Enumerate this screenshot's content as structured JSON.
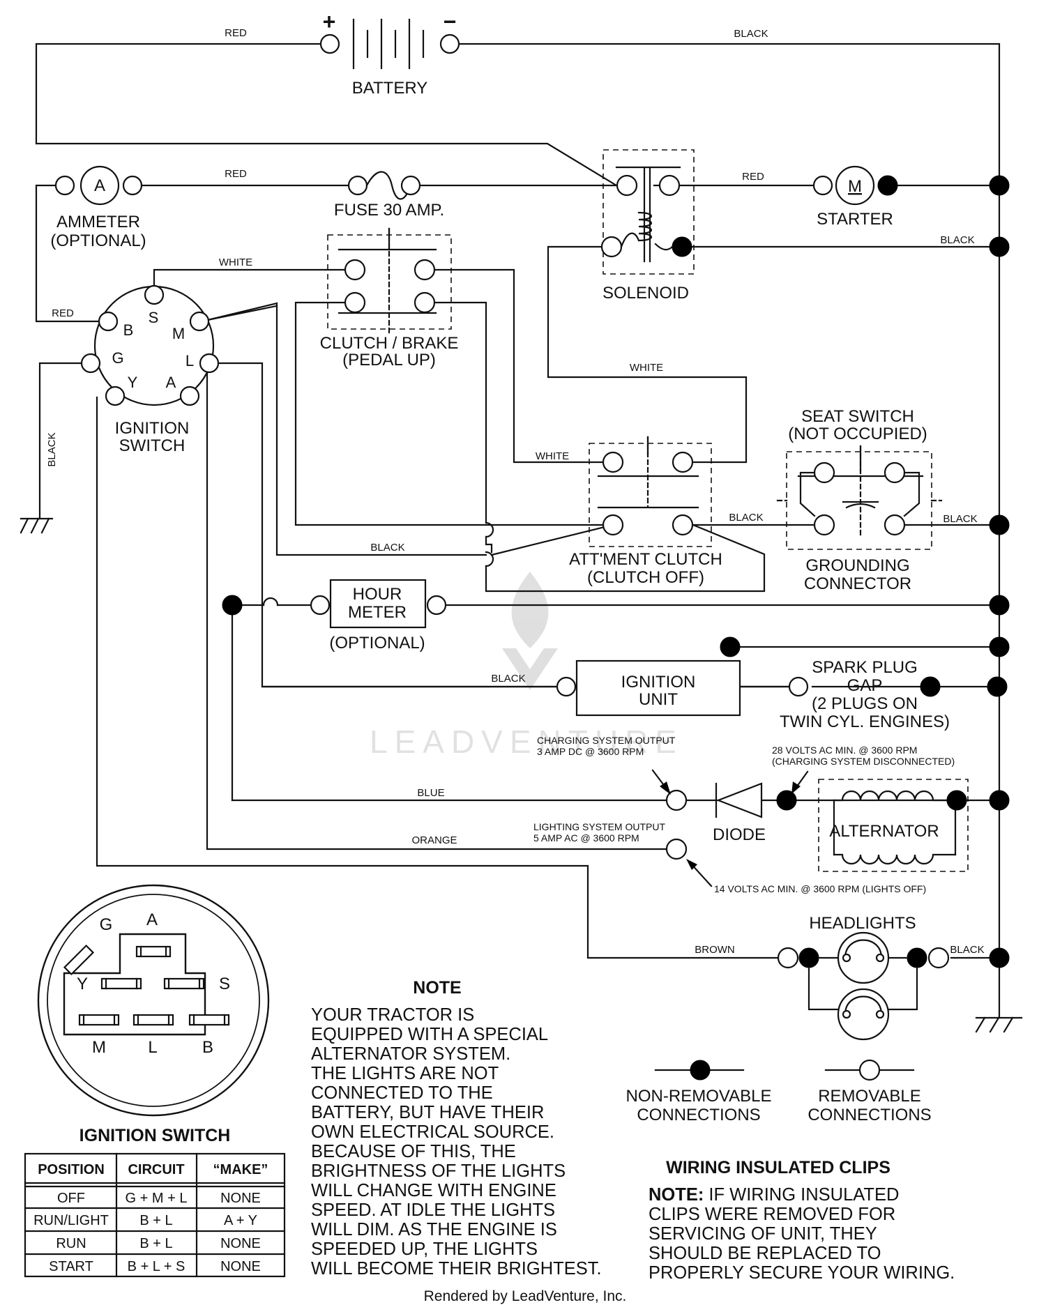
{
  "components": {
    "battery": "BATTERY",
    "battery_plus": "+",
    "battery_minus": "−",
    "ammeter_letter": "A",
    "ammeter": [
      "AMMETER",
      "(OPTIONAL)"
    ],
    "fuse": "FUSE 30 AMP.",
    "solenoid": "SOLENOID",
    "starter_letter": "M",
    "starter": "STARTER",
    "clutch_brake": [
      "CLUTCH / BRAKE",
      "(PEDAL UP)"
    ],
    "ignition_switch": [
      "IGNITION",
      "SWITCH"
    ],
    "seat_switch": [
      "SEAT SWITCH",
      "(NOT OCCUPIED)"
    ],
    "grounding_connector": [
      "GROUNDING",
      "CONNECTOR"
    ],
    "attment_clutch": [
      "ATT'MENT CLUTCH",
      "(CLUTCH OFF)"
    ],
    "hour_meter": [
      "HOUR",
      "METER"
    ],
    "hour_meter_optional": "(OPTIONAL)",
    "ignition_unit": [
      "IGNITION",
      "UNIT"
    ],
    "spark_plug": [
      "SPARK PLUG",
      "GAP",
      "(2 PLUGS ON",
      "TWIN CYL. ENGINES)"
    ],
    "diode": "DIODE",
    "alternator": "ALTERNATOR",
    "headlights": "HEADLIGHTS"
  },
  "ignition_pins": [
    "B",
    "S",
    "M",
    "G",
    "L",
    "Y",
    "A"
  ],
  "wires": {
    "red_top": "RED",
    "black_top": "BLACK",
    "red_fuse": "RED",
    "red_starter": "RED",
    "black_solenoid": "BLACK",
    "white_top": "WHITE",
    "red_ign": "RED",
    "white_mid": "WHITE",
    "white_att": "WHITE",
    "black_seat_left": "BLACK",
    "black_seat_right": "BLACK",
    "black_att": "BLACK",
    "black_ground": "BLACK",
    "black_ign_unit": "BLACK",
    "blue": "BLUE",
    "orange": "ORANGE",
    "brown": "BROWN",
    "black_headlights": "BLACK"
  },
  "callouts": {
    "charging_output": [
      "CHARGING SYSTEM OUTPUT",
      "3 AMP DC @ 3600 RPM"
    ],
    "volts28": [
      "28 VOLTS AC MIN. @ 3600 RPM",
      "(CHARGING SYSTEM DISCONNECTED)"
    ],
    "lighting_output": [
      "LIGHTING SYSTEM OUTPUT",
      "5 AMP AC @ 3600 RPM"
    ],
    "volts14": "14 VOLTS AC MIN. @ 3600 RPM (LIGHTS OFF)"
  },
  "watermark": "LEADVENTURE",
  "connector_pins": {
    "G": "G",
    "A": "A",
    "Y": "Y",
    "S": "S",
    "M": "M",
    "L": "L",
    "B": "B"
  },
  "table": {
    "title": "IGNITION SWITCH",
    "headers": [
      "POSITION",
      "CIRCUIT",
      "“MAKE”"
    ],
    "rows": [
      [
        "OFF",
        "G + M + L",
        "NONE"
      ],
      [
        "RUN/LIGHT",
        "B + L",
        "A + Y"
      ],
      [
        "RUN",
        "B + L",
        "NONE"
      ],
      [
        "START",
        "B + L + S",
        "NONE"
      ]
    ]
  },
  "note": {
    "title": "NOTE",
    "lines": [
      "YOUR TRACTOR IS",
      "EQUIPPED WITH A SPECIAL",
      "ALTERNATOR SYSTEM.",
      "THE LIGHTS ARE NOT",
      "CONNECTED TO THE",
      "BATTERY, BUT HAVE THEIR",
      "OWN ELECTRICAL SOURCE.",
      "BECAUSE OF THIS, THE",
      "BRIGHTNESS OF THE LIGHTS",
      "WILL CHANGE WITH ENGINE",
      "SPEED.  AT IDLE THE LIGHTS",
      "WILL DIM.  AS THE ENGINE IS",
      "SPEEDED UP, THE LIGHTS",
      "WILL BECOME THEIR BRIGHTEST."
    ]
  },
  "legend": {
    "non_removable": [
      "NON-REMOVABLE",
      "CONNECTIONS"
    ],
    "removable": [
      "REMOVABLE",
      "CONNECTIONS"
    ]
  },
  "clips": {
    "title": "WIRING INSULATED CLIPS",
    "note_label": "NOTE:",
    "line1_rest": " IF WIRING INSULATED",
    "lines": [
      "CLIPS WERE REMOVED FOR",
      "SERVICING OF UNIT, THEY",
      "SHOULD BE REPLACED TO",
      "PROPERLY SECURE YOUR WIRING."
    ]
  },
  "footer": "Rendered by LeadVenture, Inc."
}
